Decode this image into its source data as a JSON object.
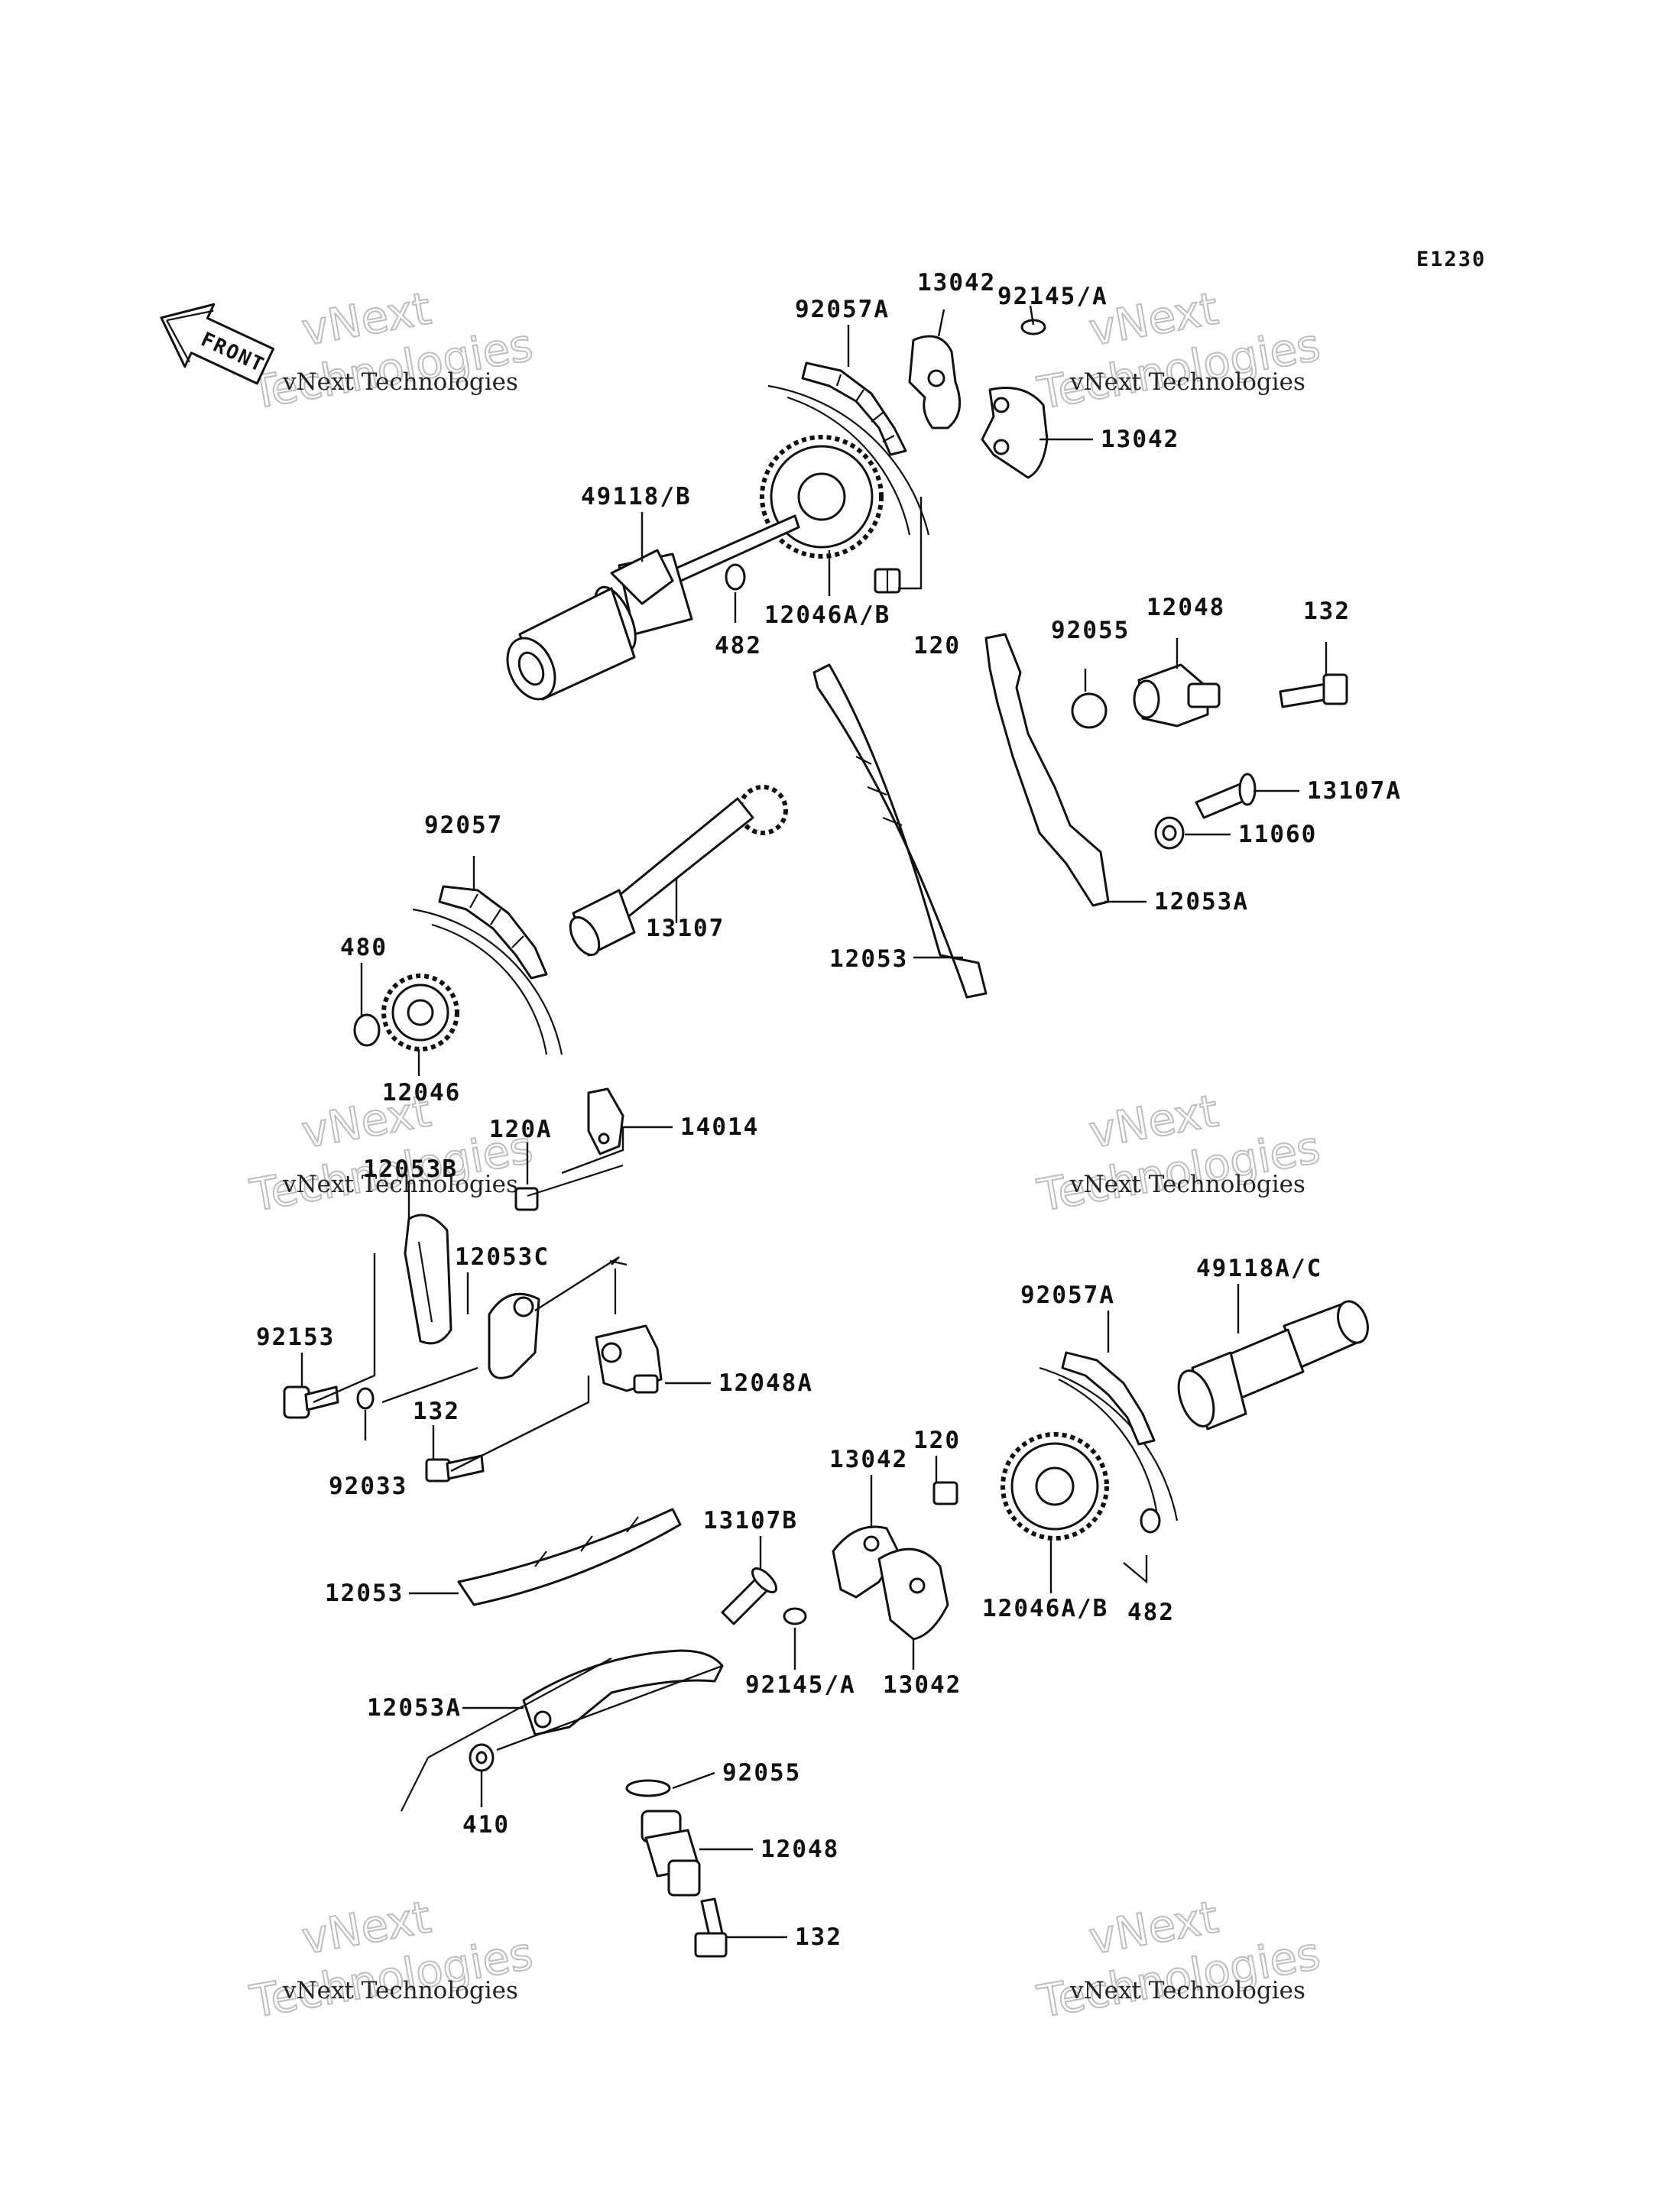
{
  "diagram_code": "E1230",
  "front_label": "FRONT",
  "watermark": {
    "line1": "vNext",
    "line2": "Technologies",
    "small": "vNext Technologies"
  },
  "callouts": {
    "c92057A_top": "92057A",
    "c13042_top": "13042",
    "c92145A_top": "92145/A",
    "c13042_top2": "13042",
    "c49118B": "49118/B",
    "c482_top": "482",
    "c12046AB_top": "12046A/B",
    "c120_top": "120",
    "c92055_top": "92055",
    "c12048_top": "12048",
    "c132_top": "132",
    "c13107A": "13107A",
    "c11060": "11060",
    "c12053A_top": "12053A",
    "c92057": "92057",
    "c13107": "13107",
    "c12053_top": "12053",
    "c480": "480",
    "c12046": "12046",
    "c120A": "120A",
    "c14014": "14014",
    "c12053B": "12053B",
    "c12053C": "12053C",
    "c92153": "92153",
    "c12048A": "12048A",
    "c132_mid": "132",
    "c92033": "92033",
    "c92057A_bot": "92057A",
    "c49118AC": "49118A/C",
    "c120_bot": "120",
    "c13042_bot": "13042",
    "c13107B": "13107B",
    "c12053_bot": "12053",
    "c12046AB_bot": "12046A/B",
    "c482_bot": "482",
    "c92145A_bot": "92145/A",
    "c13042_bot2": "13042",
    "c12053A_bot": "12053A",
    "c92055_bot": "92055",
    "c410": "410",
    "c12048_bot": "12048",
    "c132_bot": "132"
  }
}
